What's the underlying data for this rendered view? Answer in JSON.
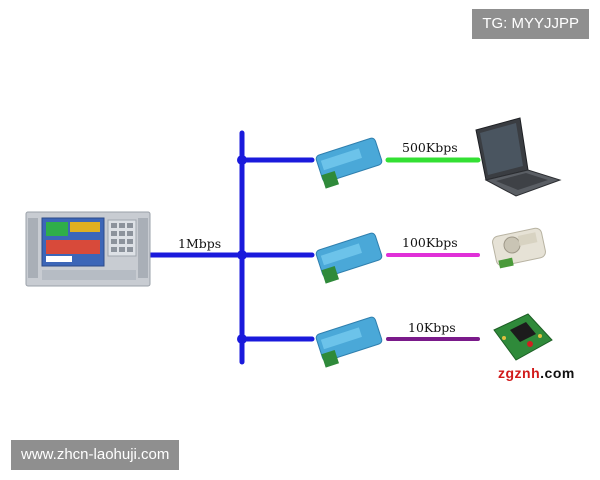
{
  "watermarks": {
    "top_right": "TG: MYYJJPP",
    "bottom_left": "www.zhcn-laohuji.com"
  },
  "links": {
    "main": "1Mbps",
    "branch_1": "500Kbps",
    "branch_2": "100Kbps",
    "branch_3": "10Kbps"
  },
  "brand": {
    "part1": "zgznh",
    "part2": ".com"
  },
  "colors": {
    "bus": "#1a1adc",
    "link_500k": "#33e033",
    "link_100k": "#e030d8",
    "link_10k": "#7a1a8a",
    "converter": "#4aa8d8"
  }
}
